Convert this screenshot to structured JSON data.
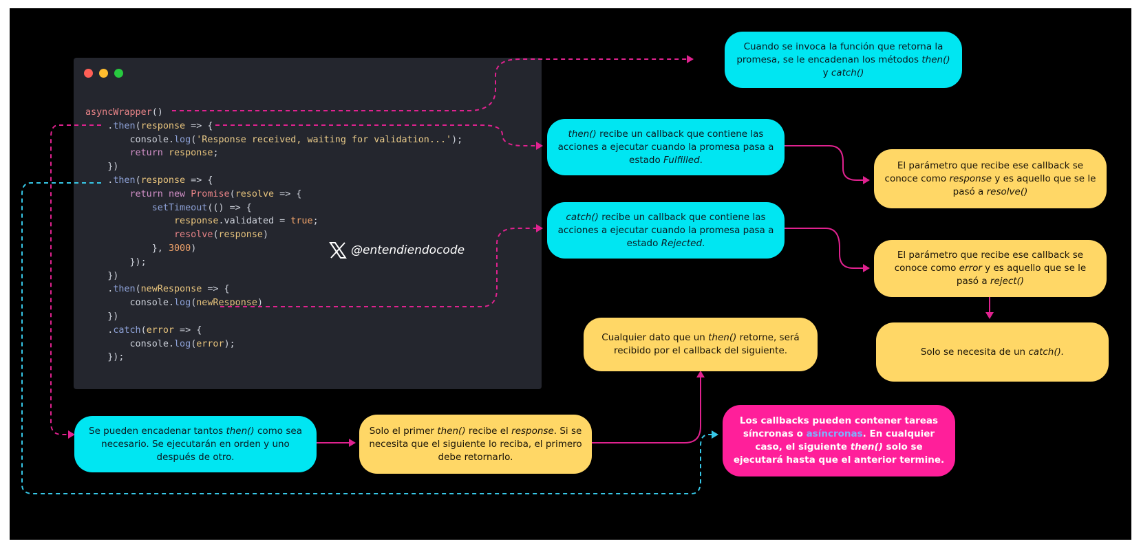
{
  "code_lines": [
    [
      [
        "asyncWrapper",
        "fn"
      ],
      [
        "()",
        ""
      ]
    ],
    [
      [
        "    .",
        ""
      ],
      [
        "then",
        "mt"
      ],
      [
        "(",
        ""
      ],
      [
        "response",
        "vr"
      ],
      [
        " => {",
        ""
      ]
    ],
    [
      [
        "        console.",
        ""
      ],
      [
        "log",
        "mt"
      ],
      [
        "(",
        ""
      ],
      [
        "'Response received, waiting for validation...'",
        "st"
      ],
      [
        ");",
        ""
      ]
    ],
    [
      [
        "        ",
        ""
      ],
      [
        "return",
        "kw"
      ],
      [
        " ",
        ""
      ],
      [
        "response",
        "vr"
      ],
      [
        ";",
        ""
      ]
    ],
    [
      [
        "    })",
        ""
      ]
    ],
    [
      [
        "    .",
        ""
      ],
      [
        "then",
        "mt"
      ],
      [
        "(",
        ""
      ],
      [
        "response",
        "vr"
      ],
      [
        " => {",
        ""
      ]
    ],
    [
      [
        "        ",
        ""
      ],
      [
        "return",
        "kw"
      ],
      [
        " ",
        ""
      ],
      [
        "new",
        "kw"
      ],
      [
        " ",
        ""
      ],
      [
        "Promise",
        "fn"
      ],
      [
        "(",
        ""
      ],
      [
        "resolve",
        "vr"
      ],
      [
        " => {",
        ""
      ]
    ],
    [
      [
        "            ",
        ""
      ],
      [
        "setTimeout",
        "mt"
      ],
      [
        "(() => {",
        ""
      ]
    ],
    [
      [
        "                ",
        ""
      ],
      [
        "response",
        "vr"
      ],
      [
        ".validated = ",
        ""
      ],
      [
        "true",
        "bool"
      ],
      [
        ";",
        ""
      ]
    ],
    [
      [
        "                ",
        ""
      ],
      [
        "resolve",
        "fn"
      ],
      [
        "(",
        ""
      ],
      [
        "response",
        "vr"
      ],
      [
        ")",
        ""
      ]
    ],
    [
      [
        "            }, ",
        ""
      ],
      [
        "3000",
        "nm"
      ],
      [
        ")",
        ""
      ]
    ],
    [
      [
        "        });",
        ""
      ]
    ],
    [
      [
        "    })",
        ""
      ]
    ],
    [
      [
        "    .",
        ""
      ],
      [
        "then",
        "mt"
      ],
      [
        "(",
        ""
      ],
      [
        "newResponse",
        "vr"
      ],
      [
        " => {",
        ""
      ]
    ],
    [
      [
        "        console.",
        ""
      ],
      [
        "log",
        "mt"
      ],
      [
        "(",
        ""
      ],
      [
        "newResponse",
        "vr"
      ],
      [
        ")",
        ""
      ]
    ],
    [
      [
        "    })",
        ""
      ]
    ],
    [
      [
        "    .",
        ""
      ],
      [
        "catch",
        "mt"
      ],
      [
        "(",
        ""
      ],
      [
        "error",
        "vr"
      ],
      [
        " => {",
        ""
      ]
    ],
    [
      [
        "        console.",
        ""
      ],
      [
        "log",
        "mt"
      ],
      [
        "(",
        ""
      ],
      [
        "error",
        "vr"
      ],
      [
        ");",
        ""
      ]
    ],
    [
      [
        "    });",
        ""
      ]
    ]
  ],
  "watermark": {
    "handle": "@entendiendocode",
    "icon": "x-logo-icon"
  },
  "window_dots": [
    "#ff5f56",
    "#ffbd2e",
    "#27c93f"
  ],
  "colors": {
    "cyan": "#00e6f2",
    "yellow": "#ffd766",
    "pink": "#ff1f9a",
    "magenta_line": "#e0228f",
    "cyan_line": "#37c8e8",
    "background": "#000000",
    "editor": "#24262e"
  },
  "boxes": {
    "invoke_chain": [
      {
        "t": "Cuando se invoca la función que retorna la promesa, se le encadenan los métodos "
      },
      {
        "t": "then()",
        "i": true
      },
      {
        "t": " y "
      },
      {
        "t": "catch()",
        "i": true
      }
    ],
    "then_callback": [
      {
        "t": "then()",
        "i": true
      },
      {
        "t": " recibe un callback que contiene las acciones a ejecutar cuando la promesa pasa a estado "
      },
      {
        "t": "Fulfilled",
        "i": true
      },
      {
        "t": "."
      }
    ],
    "response_param": [
      {
        "t": "El parámetro que recibe ese callback se conoce como "
      },
      {
        "t": "response",
        "i": true
      },
      {
        "t": " y es aquello que se le pasó a "
      },
      {
        "t": "resolve()",
        "i": true
      }
    ],
    "catch_callback": [
      {
        "t": "catch()",
        "i": true
      },
      {
        "t": " recibe un callback que contiene las acciones a ejecutar cuando la promesa pasa a estado "
      },
      {
        "t": "Rejected",
        "i": true
      },
      {
        "t": "."
      }
    ],
    "error_param": [
      {
        "t": "El parámetro que recibe ese callback se conoce como "
      },
      {
        "t": "error",
        "i": true
      },
      {
        "t": " y es aquello que se le pasó a "
      },
      {
        "t": "reject()",
        "i": true
      }
    ],
    "only_one_catch": [
      {
        "t": "Solo se necesita de un "
      },
      {
        "t": "catch().",
        "i": true
      }
    ],
    "any_return": [
      {
        "t": "Cualquier dato que un "
      },
      {
        "t": "then()",
        "i": true
      },
      {
        "t": " retorne, será recibido por el callback del siguiente."
      }
    ],
    "chain_many": [
      {
        "t": "Se pueden encadenar tantos "
      },
      {
        "t": "then()",
        "i": true
      },
      {
        "t": " como sea necesario. Se ejecutarán en orden y uno después de otro."
      }
    ],
    "first_then": [
      {
        "t": "Solo el primer "
      },
      {
        "t": "then()",
        "i": true
      },
      {
        "t": " recibe el "
      },
      {
        "t": "response",
        "i": true
      },
      {
        "t": ". Si se necesita que el siguiente lo reciba, el primero debe retornarlo."
      }
    ],
    "async_callbacks": [
      {
        "t": "Los callbacks pueden contener tareas síncronas o "
      },
      {
        "t": "asíncronas",
        "c": "#7fb2ff"
      },
      {
        "t": ". En cualquier caso, el siguiente "
      },
      {
        "t": "then()",
        "i": true
      },
      {
        "t": " solo se ejecutará hasta que el anterior termine."
      }
    ]
  }
}
